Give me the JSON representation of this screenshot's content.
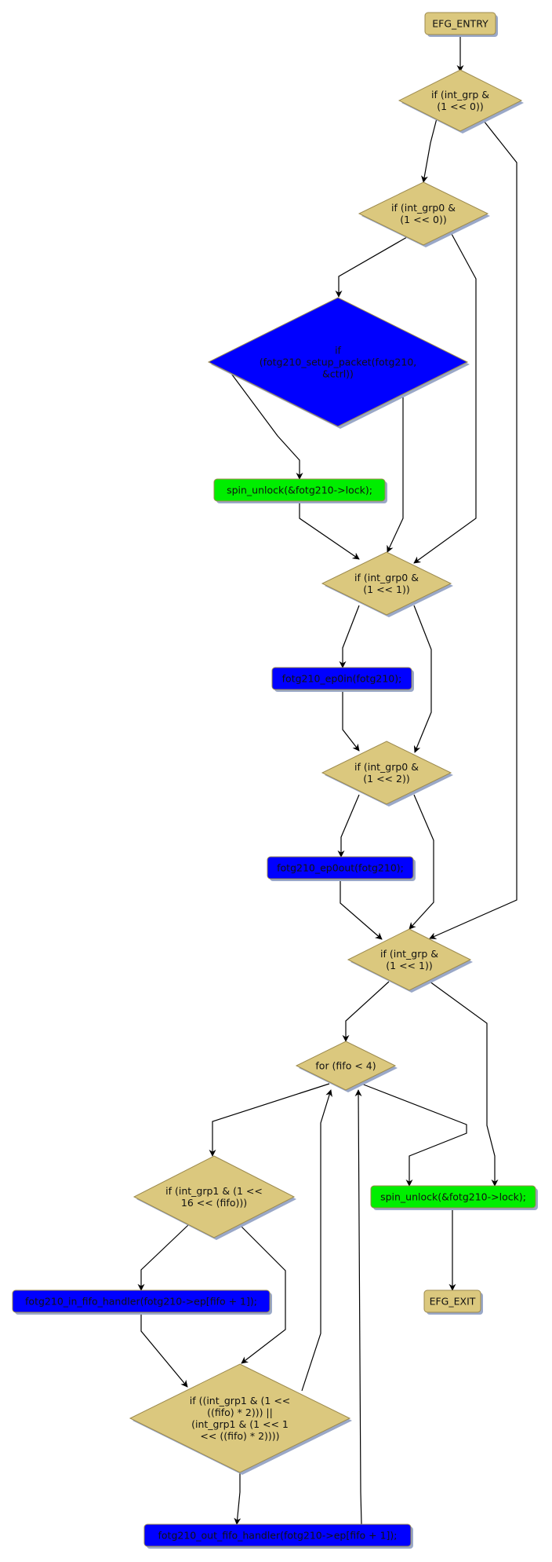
{
  "colors": {
    "decision_fill": "#dbc87e",
    "terminal_fill": "#dbc87e",
    "outline": "#9c8a4e",
    "call_fill": "#0000ff",
    "unlock_fill": "#00ee00",
    "shadow": "#9aa8c8",
    "edge": "#000000"
  },
  "nodes": {
    "entry": {
      "lines": [
        "EFG_ENTRY"
      ],
      "kind": "terminal"
    },
    "int_grp_0": {
      "lines": [
        "if (int_grp &",
        "(1 << 0))"
      ],
      "kind": "decision"
    },
    "int_grp0_0": {
      "lines": [
        "if (int_grp0 &",
        "(1 << 0))"
      ],
      "kind": "decision"
    },
    "setup_packet": {
      "lines": [
        "if",
        "(fotg210_setup_packet(fotg210,",
        "&ctrl))"
      ],
      "kind": "decision-blue"
    },
    "spin_unlock_1": {
      "lines": [
        "spin_unlock(&fotg210->lock);"
      ],
      "kind": "unlock"
    },
    "int_grp0_1": {
      "lines": [
        "if (int_grp0 &",
        "(1 << 1))"
      ],
      "kind": "decision"
    },
    "ep0in": {
      "lines": [
        "fotg210_ep0in(fotg210);"
      ],
      "kind": "call"
    },
    "int_grp0_2": {
      "lines": [
        "if (int_grp0 &",
        "(1 << 2))"
      ],
      "kind": "decision"
    },
    "ep0out": {
      "lines": [
        "fotg210_ep0out(fotg210);"
      ],
      "kind": "call"
    },
    "int_grp_1": {
      "lines": [
        "if (int_grp &",
        "(1 << 1))"
      ],
      "kind": "decision"
    },
    "for_fifo": {
      "lines": [
        "for (fifo < 4)"
      ],
      "kind": "decision"
    },
    "int_grp1_16": {
      "lines": [
        "if (int_grp1 & (1 <<",
        "16 << (fifo)))"
      ],
      "kind": "decision"
    },
    "spin_unlock_2": {
      "lines": [
        "spin_unlock(&fotg210->lock);"
      ],
      "kind": "unlock"
    },
    "in_fifo_handler": {
      "lines": [
        "fotg210_in_fifo_handler(fotg210->ep[fifo + 1]);"
      ],
      "kind": "call"
    },
    "exit": {
      "lines": [
        "EFG_EXIT"
      ],
      "kind": "terminal"
    },
    "int_grp1_fifo2": {
      "lines": [
        "if ((int_grp1 & (1 <<",
        "((fifo) * 2))) ||",
        "(int_grp1 & (1 << 1",
        "<< ((fifo) * 2))))"
      ],
      "kind": "decision"
    },
    "out_fifo_handler": {
      "lines": [
        "fotg210_out_fifo_handler(fotg210->ep[fifo + 1]);"
      ],
      "kind": "call"
    }
  },
  "edges": [
    {
      "from": "entry",
      "to": "int_grp_0"
    },
    {
      "from": "int_grp_0",
      "to": "int_grp0_0"
    },
    {
      "from": "int_grp_0",
      "to": "int_grp_1"
    },
    {
      "from": "int_grp0_0",
      "to": "setup_packet"
    },
    {
      "from": "int_grp0_0",
      "to": "int_grp0_1"
    },
    {
      "from": "setup_packet",
      "to": "spin_unlock_1"
    },
    {
      "from": "setup_packet",
      "to": "int_grp0_1"
    },
    {
      "from": "spin_unlock_1",
      "to": "int_grp0_1"
    },
    {
      "from": "int_grp0_1",
      "to": "ep0in"
    },
    {
      "from": "int_grp0_1",
      "to": "int_grp0_2"
    },
    {
      "from": "ep0in",
      "to": "int_grp0_2"
    },
    {
      "from": "int_grp0_2",
      "to": "ep0out"
    },
    {
      "from": "int_grp0_2",
      "to": "int_grp_1"
    },
    {
      "from": "ep0out",
      "to": "int_grp_1"
    },
    {
      "from": "int_grp_1",
      "to": "for_fifo"
    },
    {
      "from": "int_grp_1",
      "to": "spin_unlock_2"
    },
    {
      "from": "for_fifo",
      "to": "int_grp1_16"
    },
    {
      "from": "for_fifo",
      "to": "spin_unlock_2"
    },
    {
      "from": "int_grp1_16",
      "to": "in_fifo_handler"
    },
    {
      "from": "int_grp1_16",
      "to": "int_grp1_fifo2"
    },
    {
      "from": "in_fifo_handler",
      "to": "int_grp1_fifo2"
    },
    {
      "from": "int_grp1_fifo2",
      "to": "out_fifo_handler"
    },
    {
      "from": "int_grp1_fifo2",
      "to": "for_fifo"
    },
    {
      "from": "out_fifo_handler",
      "to": "for_fifo"
    },
    {
      "from": "spin_unlock_2",
      "to": "exit"
    }
  ]
}
